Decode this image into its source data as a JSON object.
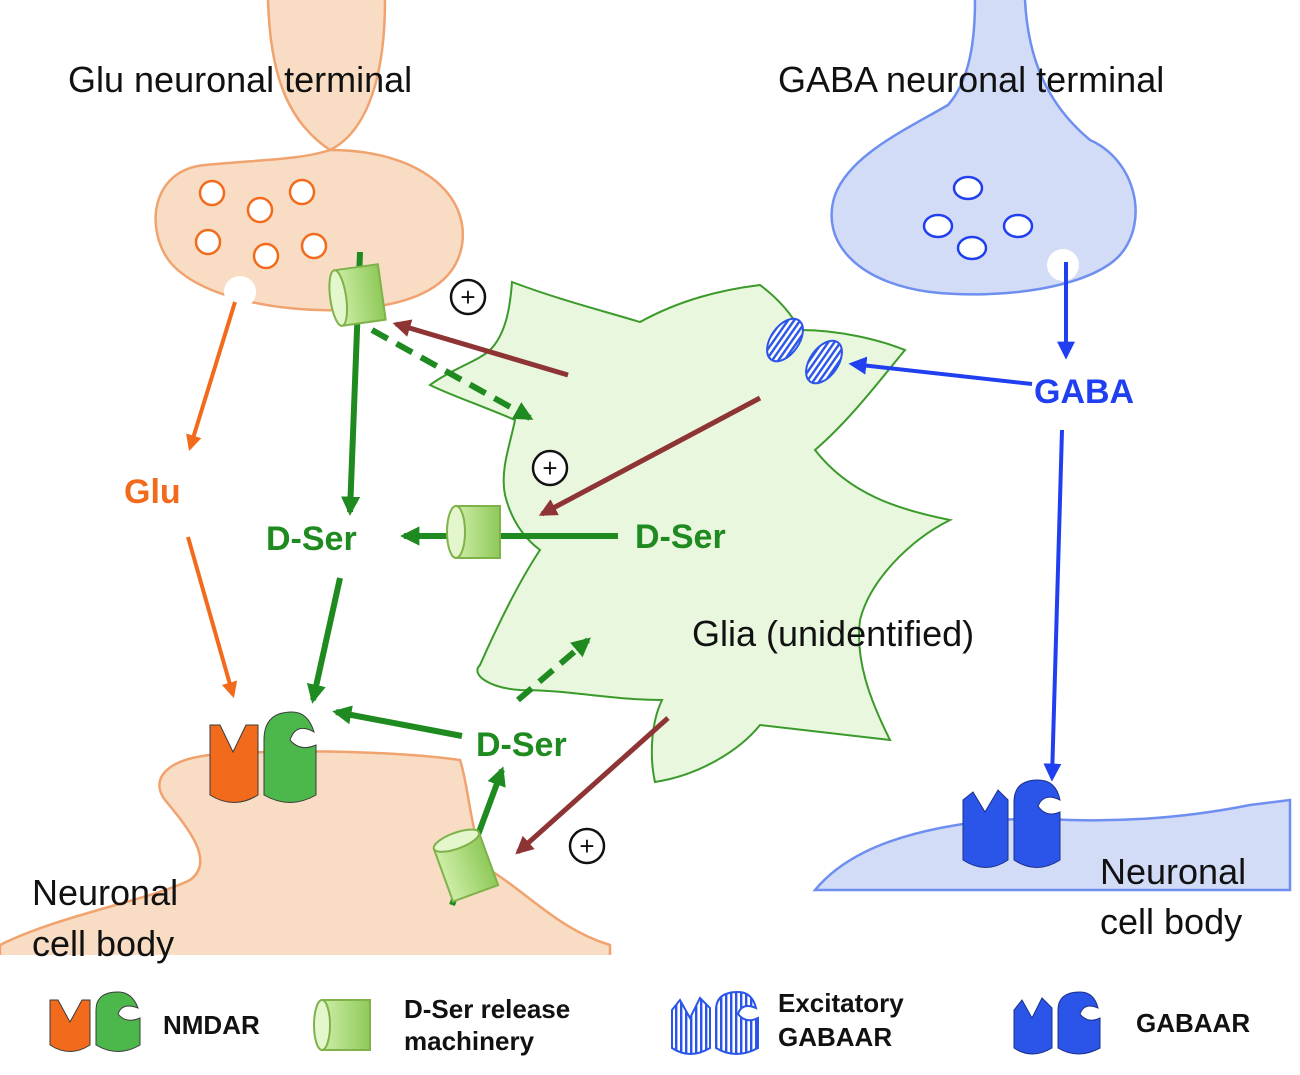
{
  "labels": {
    "glu_terminal": "Glu neuronal terminal",
    "gaba_terminal": "GABA neuronal terminal",
    "glu": "Glu",
    "gaba": "GABA",
    "dser_left": "D-Ser",
    "dser_glia": "D-Ser",
    "dser_bottom": "D-Ser",
    "glia": "Glia (unidentified)",
    "cell_body_left_1": "Neuronal",
    "cell_body_left_2": "cell body",
    "cell_body_right_1": "Neuronal",
    "cell_body_right_2": "cell body",
    "plus": "+"
  },
  "legend": {
    "nmdar": "NMDAR",
    "dser_release_1": "D-Ser release",
    "dser_release_2": "machinery",
    "excitatory_1": "Excitatory",
    "excitatory_2": "GABAAR",
    "gabaar": "GABAAR"
  },
  "colors": {
    "glu_fill": "#f9dcc4",
    "glu_stroke": "#f0a36e",
    "gaba_fill": "#d3dcf7",
    "gaba_stroke": "#6f8ff0",
    "glia_fill": "#e9f7de",
    "glia_stroke": "#3a9a2a",
    "orange": "#f26b1d",
    "green": "#1f8a1f",
    "blue": "#1f3ff0",
    "maroon": "#8e3434",
    "nmdar_green": "#4cb84c",
    "gabaar_blue": "#2a55e8",
    "machinery_fill": "#b6e08a"
  }
}
